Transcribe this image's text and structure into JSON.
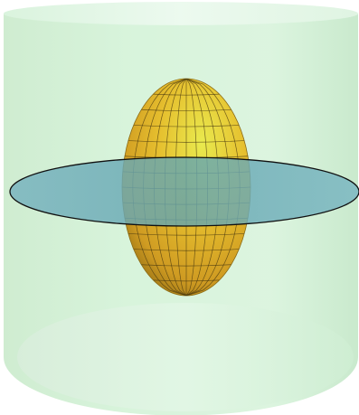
{
  "figure": {
    "description_shapes": [
      "cylinder",
      "ellipsoid",
      "disk"
    ],
    "colors": {
      "background": "#ffffff",
      "cylinder_fill": "#bfeec7",
      "cylinder_top": "#e7f7ea",
      "ellipsoid_fill": "#e9b82a",
      "ellipsoid_highlight": "#e6e34a",
      "ellipsoid_shadow": "#9c7a17",
      "ellipsoid_grid": "#4a3a10",
      "disk_fill": "#6aa9b5",
      "disk_edge": "#111111"
    },
    "ellipsoid_grid": {
      "meridians": 12,
      "parallels": 14
    }
  }
}
